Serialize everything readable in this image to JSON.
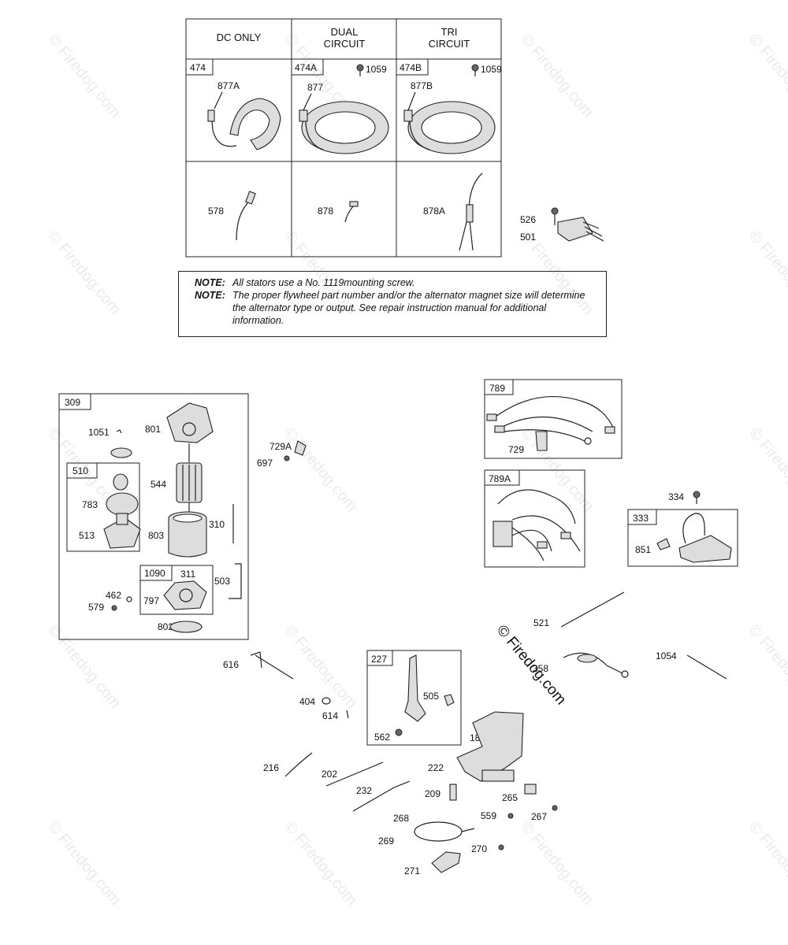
{
  "table": {
    "headers": [
      {
        "line1": "DC ONLY",
        "line2": ""
      },
      {
        "line1": "DUAL",
        "line2": "CIRCUIT"
      },
      {
        "line1": "TRI",
        "line2": "CIRCUIT"
      }
    ],
    "stators": [
      {
        "id": "474",
        "lead": "877A",
        "screw": ""
      },
      {
        "id": "474A",
        "lead": "877",
        "screw": "1059"
      },
      {
        "id": "474B",
        "lead": "877B",
        "screw": "1059"
      }
    ],
    "harness": [
      "578",
      "878",
      "878A"
    ]
  },
  "regulator": {
    "screw": "526",
    "id": "501"
  },
  "notes": [
    {
      "label": "NOTE:",
      "text": "All stators use a No. 1119mounting screw."
    },
    {
      "label": "NOTE:",
      "text": "The proper flywheel part number and/or the alternator magnet size will determine the alternator type or output. See repair instruction manual for additional information."
    }
  ],
  "starter": {
    "box": "309",
    "drive_box": "510",
    "brush_box": "1090",
    "parts": [
      "1051",
      "801",
      "544",
      "783",
      "513",
      "803",
      "310",
      "311",
      "797",
      "462",
      "579",
      "503",
      "802"
    ]
  },
  "misc": {
    "p729a": "729A",
    "p697": "697",
    "box789": "789",
    "p729": "729",
    "box789a": "789A",
    "p334": "334",
    "box333": "333",
    "p851": "851",
    "p521": "521",
    "p358": "358",
    "p1054": "1054",
    "p616": "616",
    "p404": "404",
    "p614": "614",
    "box227": "227",
    "p505": "505",
    "p562": "562",
    "p188": "188",
    "p216": "216",
    "p202": "202",
    "p222": "222",
    "p232": "232",
    "p209": "209",
    "p265": "265",
    "p267": "267",
    "p559": "559",
    "p268": "268",
    "p269": "269",
    "p270": "270",
    "p271": "271"
  },
  "watermark": "© Firedog.com",
  "copyright": "© Firedog.com"
}
